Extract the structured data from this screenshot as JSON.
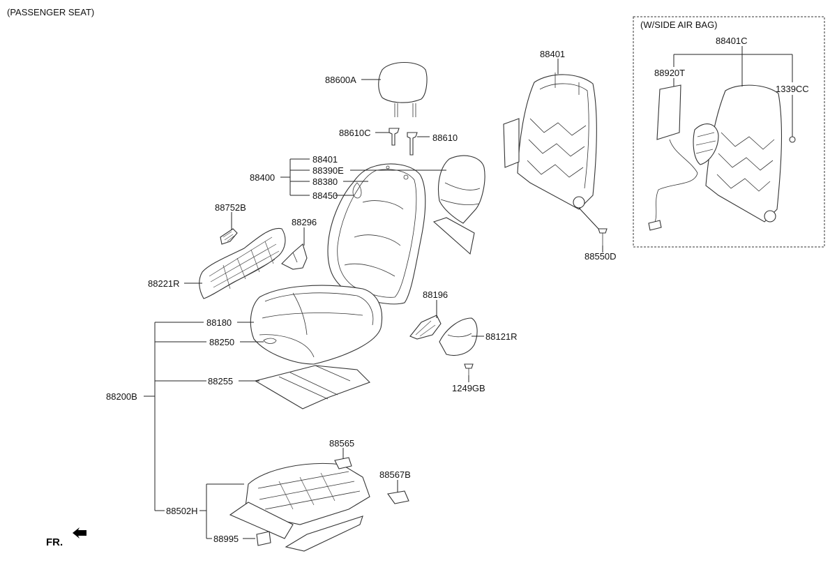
{
  "diagram": {
    "title": "(PASSENGER SEAT)",
    "inset_title": "(W/SIDE AIR BAG)",
    "front_indicator": "FR.",
    "labels": {
      "headrest": "88600A",
      "guide_c": "88610C",
      "guide": "88610",
      "back_assy": "88400",
      "back_frame": "88401",
      "back_cover": "88390E",
      "back_pad": "88380",
      "back_board": "88450",
      "knob_b": "88752B",
      "bracket_296": "88296",
      "shield_r": "88221R",
      "cushion_pad": "88180",
      "cushion_cover": "88250",
      "cushion_heater": "88255",
      "cushion_assy": "88200B",
      "bracket_196": "88196",
      "cover_r": "88121R",
      "screw_1249": "1249GB",
      "frame_top": "88401",
      "bolt_550": "88550D",
      "clip_565": "88565",
      "clip_567": "88567B",
      "track_assy": "88502H",
      "switch_995": "88995",
      "inset_frame": "88401C",
      "inset_airbag": "88920T",
      "inset_screw": "1339CC"
    }
  }
}
